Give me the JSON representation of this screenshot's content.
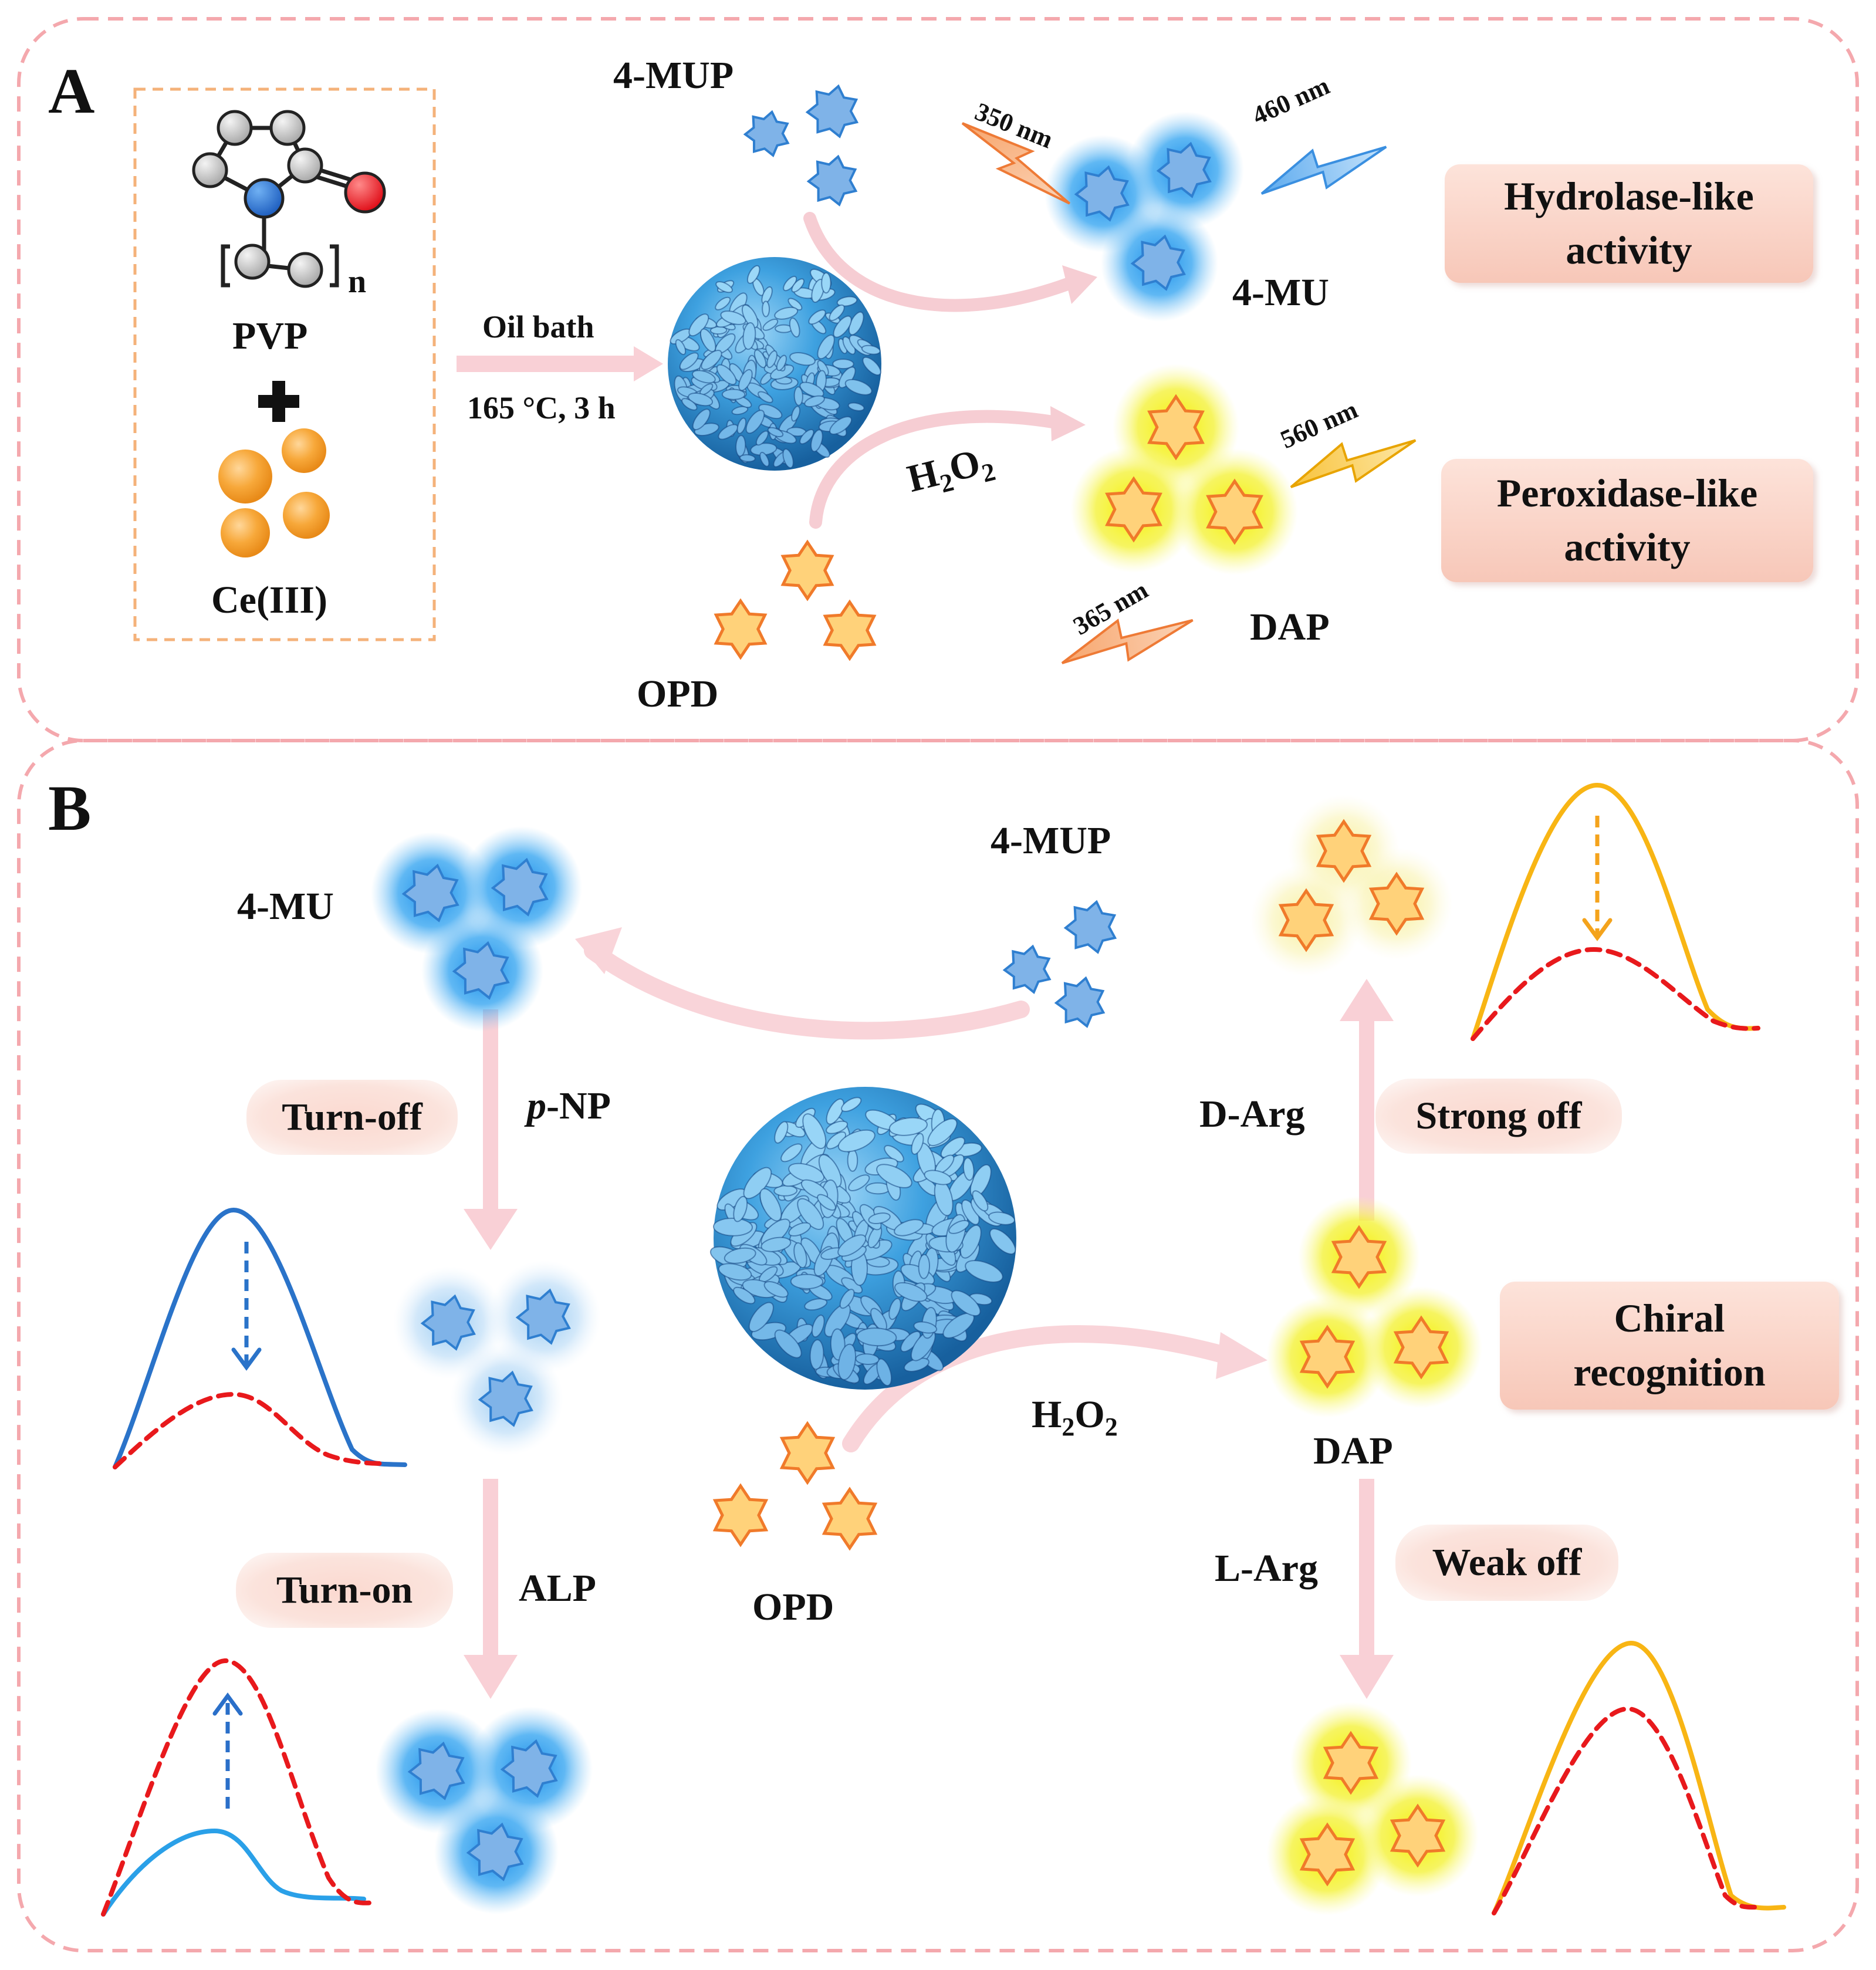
{
  "panelA": {
    "letter": "A",
    "monomer_label": "PVP",
    "ion_label": "Ce(III)",
    "subscript_n": "n",
    "condition_top": "Oil bath",
    "condition_bottom": "165 °C, 3 h",
    "substrate_hydrolase": "4-MUP",
    "product_hydrolase": "4-MU",
    "excitation_hydrolase": "350 nm",
    "emission_hydrolase": "460 nm",
    "substrate_peroxidase": "OPD",
    "product_peroxidase": "DAP",
    "excitation_peroxidase": "365 nm",
    "emission_peroxidase": "560 nm",
    "oxidant_main": "H",
    "oxidant_sub1": "2",
    "oxidant_mid": "O",
    "oxidant_sub2": "2",
    "activity_box_1_line1": "Hydrolase-like",
    "activity_box_1_line2": "activity",
    "activity_box_2_line1": "Peroxidase-like",
    "activity_box_2_line2": "activity"
  },
  "panelB": {
    "letter": "B",
    "label_4mu": "4-MU",
    "label_4mup": "4-MUP",
    "label_pnp_italic": "p",
    "label_pnp_rest": "-NP",
    "label_alp": "ALP",
    "label_opd": "OPD",
    "label_dap": "DAP",
    "oxidant_main": "H",
    "oxidant_sub1": "2",
    "oxidant_mid": "O",
    "oxidant_sub2": "2",
    "label_darg": "D-Arg",
    "label_larg": "L-Arg",
    "cloud_turn_off": "Turn-off",
    "cloud_turn_on": "Turn-on",
    "cloud_strong_off": "Strong off",
    "cloud_weak_off": "Weak off",
    "box_chiral_line1": "Chiral",
    "box_chiral_line2": "recognition"
  },
  "colors": {
    "blue_star": "#7fb3e8",
    "blue_glow": "#1f8fe0",
    "yellow_star": "#ffd27a",
    "yellow_glow": "#f2f000",
    "orange_edge": "#f07a2a",
    "pink_arrow": "#f7c9cf",
    "border_dash": "#f4a8ad",
    "orange_dash": "#f4b27a",
    "red_dash": "#e8191c",
    "line_blue": "#2a73c9",
    "line_yellow": "#f8b514"
  }
}
